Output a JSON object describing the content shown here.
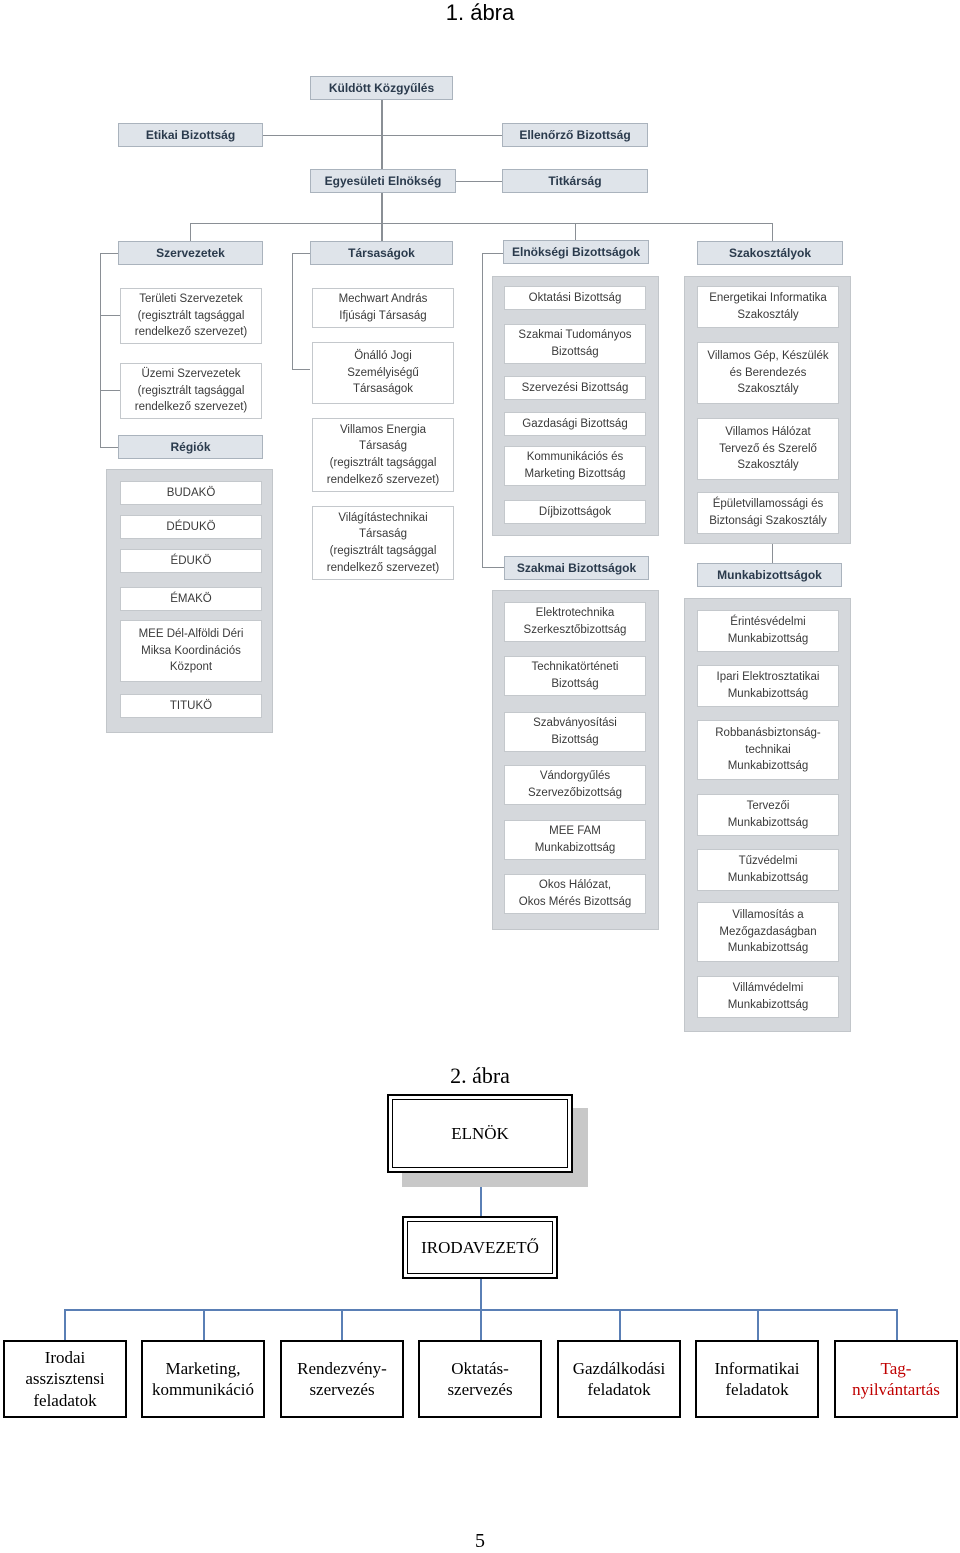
{
  "fig1": {
    "title": "1. ábra",
    "top": {
      "kuldott": "Küldött Közgyűlés",
      "etikai": "Etikai Bizottság",
      "ellenorzo": "Ellenőrző Bizottság",
      "egyesuleti": "Egyesületi Elnökség",
      "titkarsag": "Titkárság"
    },
    "headers": {
      "szervezetek": "Szervezetek",
      "tarsasagok": "Társaságok",
      "elnoksegi": "Elnökségi Bizottságok",
      "szakosztalyok": "Szakosztályok",
      "regiok": "Régiók",
      "szakmai": "Szakmai Bizottságok",
      "munkabiz": "Munkabizottságok"
    },
    "szervezetek": [
      "Területi Szervezetek\n(regisztrált tagsággal\nrendelkező szervezet)",
      "Üzemi Szervezetek\n(regisztrált tagsággal\nrendelkező szervezet)"
    ],
    "regiok": [
      "BUDAKÖ",
      "DÉDUKÖ",
      "ÉDUKÖ",
      "ÉMAKÖ",
      "MEE Dél-Alföldi Déri\nMiksa Koordinációs\nKözpont",
      "TITUKÖ"
    ],
    "tarsasagok": [
      "Mechwart András\nIfjúsági Társaság",
      "Önálló Jogi\nSzemélyiségű\nTársaságok",
      "Villamos Energia\nTársaság\n(regisztrált tagsággal\nrendelkező szervezet)",
      "Világítástechnikai\nTársaság\n(regisztrált tagsággal\nrendelkező szervezet)"
    ],
    "elnoksegi": [
      "Oktatási Bizottság",
      "Szakmai Tudományos\nBizottság",
      "Szervezési Bizottság",
      "Gazdasági Bizottság",
      "Kommunikációs és\nMarketing Bizottság",
      "Díjbizottságok"
    ],
    "szakmai": [
      "Elektrotechnika\nSzerkesztőbizottság",
      "Technikatörténeti\nBizottság",
      "Szabványosítási\nBizottság",
      "Vándorgyűlés\nSzervezőbizottság",
      "MEE FAM\nMunkabizottság",
      "Okos Hálózat,\nOkos Mérés Bizottság"
    ],
    "szakosztalyok": [
      "Energetikai Informatika\nSzakosztály",
      "Villamos Gép, Készülék\nés Berendezés\nSzakosztály",
      "Villamos Hálózat\nTervező és Szerelő\nSzakosztály",
      "Épületvillamossági és\nBiztonsági Szakosztály"
    ],
    "munkabiz": [
      "Érintésvédelmi\nMunkabizottság",
      "Ipari Elektrosztatikai\nMunkabizottság",
      "Robbanásbiztonság-\ntechnikai\nMunkabizottság",
      "Tervezői\nMunkabizottság",
      "Tűzvédelmi\nMunkabizottság",
      "Villamosítás a\nMezőgazdaságban\nMunkabizottság",
      "Villámvédelmi\nMunkabizottság"
    ]
  },
  "fig2": {
    "title": "2. ábra",
    "elnok": "ELNÖK",
    "irodavezeto": "IRODAVEZETŐ",
    "tasks": [
      "Irodai\nasszisztensi\nfeladatok",
      "Marketing,\nkommunikáció",
      "Rendezvény-\nszervezés",
      "Oktatás-\nszervezés",
      "Gazdálkodási\nfeladatok",
      "Informatikai\nfeladatok",
      "Tag-\nnyilvántartás"
    ],
    "highlight_color": "#c00000"
  },
  "page_number": "5"
}
